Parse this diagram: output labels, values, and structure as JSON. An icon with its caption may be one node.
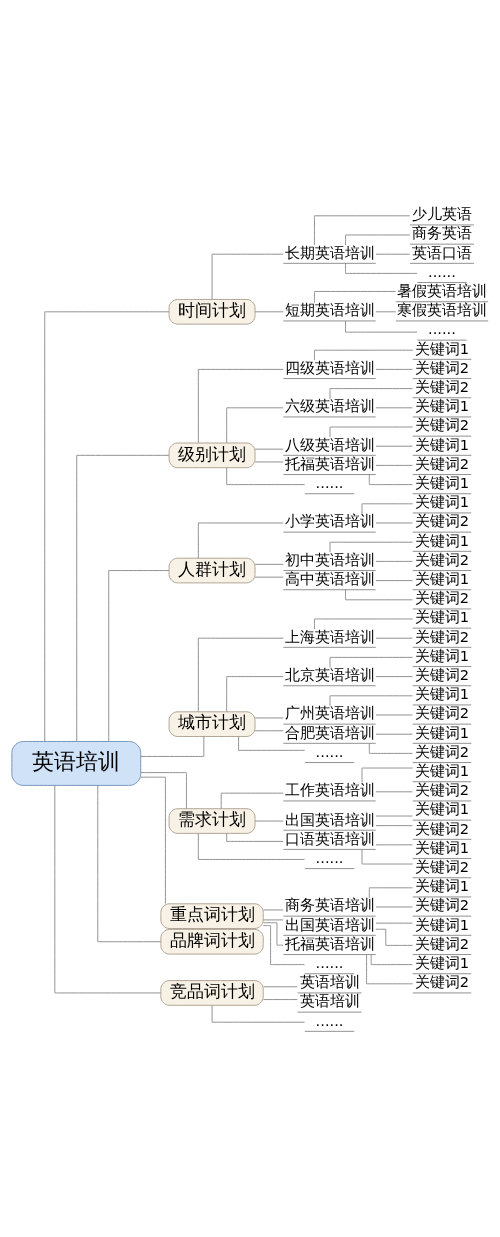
{
  "diagram": {
    "nodes": [
      {
        "text": [
          "英语培训"
        ]
      },
      {
        "text": [
          "时间计划"
        ]
      },
      {
        "text": [
          "长期英语培训"
        ]
      },
      {
        "text": [
          "少儿英语"
        ]
      },
      {
        "text": [
          "商务英语"
        ]
      },
      {
        "text": [
          "英语口语"
        ]
      },
      {
        "text": [
          "......"
        ]
      },
      {
        "text": [
          "短期英语培训"
        ]
      },
      {
        "text": [
          "暑假英语培训"
        ]
      },
      {
        "text": [
          "寒假英语培训"
        ]
      },
      {
        "text": [
          "......"
        ]
      },
      {
        "text": [
          "级别计划"
        ]
      },
      {
        "text": [
          "四级英语培训"
        ]
      },
      {
        "text": [
          "关键词1"
        ]
      },
      {
        "text": [
          "关键词2"
        ]
      },
      {
        "text": [
          "六级英语培训"
        ]
      },
      {
        "text": [
          "关键词2"
        ]
      },
      {
        "text": [
          "关键词1"
        ]
      },
      {
        "text": [
          "八级英语培训"
        ]
      },
      {
        "text": [
          "关键词2"
        ]
      },
      {
        "text": [
          "关键词1"
        ]
      },
      {
        "text": [
          "托福英语培训"
        ]
      },
      {
        "text": [
          "关键词2"
        ]
      },
      {
        "text": [
          "关键词1"
        ]
      },
      {
        "text": [
          "......"
        ]
      },
      {
        "text": [
          "人群计划"
        ]
      },
      {
        "text": [
          "小学英语培训"
        ]
      },
      {
        "text": [
          "关键词1"
        ]
      },
      {
        "text": [
          "关键词2"
        ]
      },
      {
        "text": [
          "初中英语培训"
        ]
      },
      {
        "text": [
          "关键词1"
        ]
      },
      {
        "text": [
          "关键词2"
        ]
      },
      {
        "text": [
          "高中英语培训"
        ]
      },
      {
        "text": [
          "关键词1"
        ]
      },
      {
        "text": [
          "关键词2"
        ]
      },
      {
        "text": [
          "城市计划"
        ]
      },
      {
        "text": [
          "上海英语培训"
        ]
      },
      {
        "text": [
          "关键词1"
        ]
      },
      {
        "text": [
          "关键词2"
        ]
      },
      {
        "text": [
          "北京英语培训"
        ]
      },
      {
        "text": [
          "关键词1"
        ]
      },
      {
        "text": [
          "关键词2"
        ]
      },
      {
        "text": [
          "广州英语培训"
        ]
      },
      {
        "text": [
          "关键词1"
        ]
      },
      {
        "text": [
          "关键词2"
        ]
      },
      {
        "text": [
          "合肥英语培训"
        ]
      },
      {
        "text": [
          "关键词1"
        ]
      },
      {
        "text": [
          "关键词2"
        ]
      },
      {
        "text": [
          "......"
        ]
      },
      {
        "text": [
          "需求计划"
        ]
      },
      {
        "text": [
          "工作英语培训"
        ]
      },
      {
        "text": [
          "关键词1"
        ]
      },
      {
        "text": [
          "关键词2"
        ]
      },
      {
        "text": [
          "出国英语培训"
        ]
      },
      {
        "text": [
          "关键词1"
        ]
      },
      {
        "text": [
          "关键词2"
        ]
      },
      {
        "text": [
          "口语英语培训"
        ]
      },
      {
        "text": [
          "关键词1"
        ]
      },
      {
        "text": [
          "关键词2"
        ]
      },
      {
        "text": [
          "......"
        ]
      },
      {
        "text": [
          "重点词计划"
        ]
      },
      {
        "text": [
          "商务英语培训"
        ]
      },
      {
        "text": [
          "关键词1"
        ]
      },
      {
        "text": [
          "关键词2"
        ]
      },
      {
        "text": [
          "出国英语培训"
        ]
      },
      {
        "text": [
          "关键词1"
        ]
      },
      {
        "text": [
          "关键词2"
        ]
      },
      {
        "text": [
          "托福英语培训"
        ]
      },
      {
        "text": [
          "关键词1"
        ]
      },
      {
        "text": [
          "关键词2"
        ]
      },
      {
        "text": [
          "......"
        ]
      },
      {
        "text": [
          "品牌词计划"
        ]
      },
      {
        "text": [
          "竞品词计划"
        ]
      },
      {
        "text": [
          "英语培训"
        ]
      },
      {
        "text": [
          "英语培训"
        ]
      },
      {
        "text": [
          "......"
        ]
      }
    ],
    "edges": [
      {
        "from": 0,
        "to": 1,
        "arrow": "none"
      },
      {
        "from": 0,
        "to": 11,
        "arrow": "none"
      },
      {
        "from": 0,
        "to": 25,
        "arrow": "none"
      },
      {
        "from": 0,
        "to": 35,
        "arrow": "none"
      },
      {
        "from": 0,
        "to": 49,
        "arrow": "none"
      },
      {
        "from": 0,
        "to": 60,
        "arrow": "none"
      },
      {
        "from": 0,
        "to": 71,
        "arrow": "none"
      },
      {
        "from": 0,
        "to": 72,
        "arrow": "none"
      },
      {
        "from": 1,
        "to": 2,
        "arrow": "none"
      },
      {
        "from": 2,
        "to": 3,
        "arrow": "none"
      },
      {
        "from": 2,
        "to": 4,
        "arrow": "none"
      },
      {
        "from": 2,
        "to": 5,
        "arrow": "none"
      },
      {
        "from": 2,
        "to": 6,
        "arrow": "none"
      },
      {
        "from": 1,
        "to": 7,
        "arrow": "none"
      },
      {
        "from": 7,
        "to": 8,
        "arrow": "none"
      },
      {
        "from": 7,
        "to": 9,
        "arrow": "none"
      },
      {
        "from": 7,
        "to": 10,
        "arrow": "none"
      },
      {
        "from": 11,
        "to": 12,
        "arrow": "none"
      },
      {
        "from": 12,
        "to": 13,
        "arrow": "none"
      },
      {
        "from": 12,
        "to": 14,
        "arrow": "none"
      },
      {
        "from": 11,
        "to": 15,
        "arrow": "none"
      },
      {
        "from": 15,
        "to": 16,
        "arrow": "none"
      },
      {
        "from": 15,
        "to": 17,
        "arrow": "none"
      },
      {
        "from": 11,
        "to": 18,
        "arrow": "none"
      },
      {
        "from": 18,
        "to": 19,
        "arrow": "none"
      },
      {
        "from": 18,
        "to": 20,
        "arrow": "none"
      },
      {
        "from": 11,
        "to": 21,
        "arrow": "none"
      },
      {
        "from": 21,
        "to": 22,
        "arrow": "none"
      },
      {
        "from": 21,
        "to": 23,
        "arrow": "none"
      },
      {
        "from": 11,
        "to": 24,
        "arrow": "none"
      },
      {
        "from": 25,
        "to": 26,
        "arrow": "none"
      },
      {
        "from": 26,
        "to": 27,
        "arrow": "none"
      },
      {
        "from": 26,
        "to": 28,
        "arrow": "none"
      },
      {
        "from": 25,
        "to": 29,
        "arrow": "none"
      },
      {
        "from": 29,
        "to": 30,
        "arrow": "none"
      },
      {
        "from": 29,
        "to": 31,
        "arrow": "none"
      },
      {
        "from": 25,
        "to": 32,
        "arrow": "none"
      },
      {
        "from": 32,
        "to": 33,
        "arrow": "none"
      },
      {
        "from": 32,
        "to": 34,
        "arrow": "none"
      },
      {
        "from": 35,
        "to": 36,
        "arrow": "none"
      },
      {
        "from": 36,
        "to": 37,
        "arrow": "none"
      },
      {
        "from": 36,
        "to": 38,
        "arrow": "none"
      },
      {
        "from": 35,
        "to": 39,
        "arrow": "none"
      },
      {
        "from": 39,
        "to": 40,
        "arrow": "none"
      },
      {
        "from": 39,
        "to": 41,
        "arrow": "none"
      },
      {
        "from": 35,
        "to": 42,
        "arrow": "none"
      },
      {
        "from": 42,
        "to": 43,
        "arrow": "none"
      },
      {
        "from": 42,
        "to": 44,
        "arrow": "none"
      },
      {
        "from": 35,
        "to": 45,
        "arrow": "none"
      },
      {
        "from": 45,
        "to": 46,
        "arrow": "none"
      },
      {
        "from": 45,
        "to": 47,
        "arrow": "none"
      },
      {
        "from": 35,
        "to": 48,
        "arrow": "none"
      },
      {
        "from": 49,
        "to": 50,
        "arrow": "none"
      },
      {
        "from": 50,
        "to": 51,
        "arrow": "none"
      },
      {
        "from": 50,
        "to": 52,
        "arrow": "none"
      },
      {
        "from": 49,
        "to": 53,
        "arrow": "none"
      },
      {
        "from": 53,
        "to": 54,
        "arrow": "none"
      },
      {
        "from": 53,
        "to": 55,
        "arrow": "none"
      },
      {
        "from": 49,
        "to": 56,
        "arrow": "none"
      },
      {
        "from": 56,
        "to": 57,
        "arrow": "none"
      },
      {
        "from": 56,
        "to": 58,
        "arrow": "none"
      },
      {
        "from": 49,
        "to": 59,
        "arrow": "none"
      },
      {
        "from": 60,
        "to": 61,
        "arrow": "none"
      },
      {
        "from": 61,
        "to": 62,
        "arrow": "none"
      },
      {
        "from": 61,
        "to": 63,
        "arrow": "none"
      },
      {
        "from": 60,
        "to": 64,
        "arrow": "none"
      },
      {
        "from": 64,
        "to": 65,
        "arrow": "none"
      },
      {
        "from": 64,
        "to": 66,
        "arrow": "none"
      },
      {
        "from": 60,
        "to": 67,
        "arrow": "none"
      },
      {
        "from": 67,
        "to": 68,
        "arrow": "none"
      },
      {
        "from": 67,
        "to": 69,
        "arrow": "none"
      },
      {
        "from": 60,
        "to": 70,
        "arrow": "none"
      },
      {
        "from": 72,
        "to": 73,
        "arrow": "none"
      },
      {
        "from": 72,
        "to": 74,
        "arrow": "none"
      },
      {
        "from": 72,
        "to": 75,
        "arrow": "none"
      }
    ]
  }
}
